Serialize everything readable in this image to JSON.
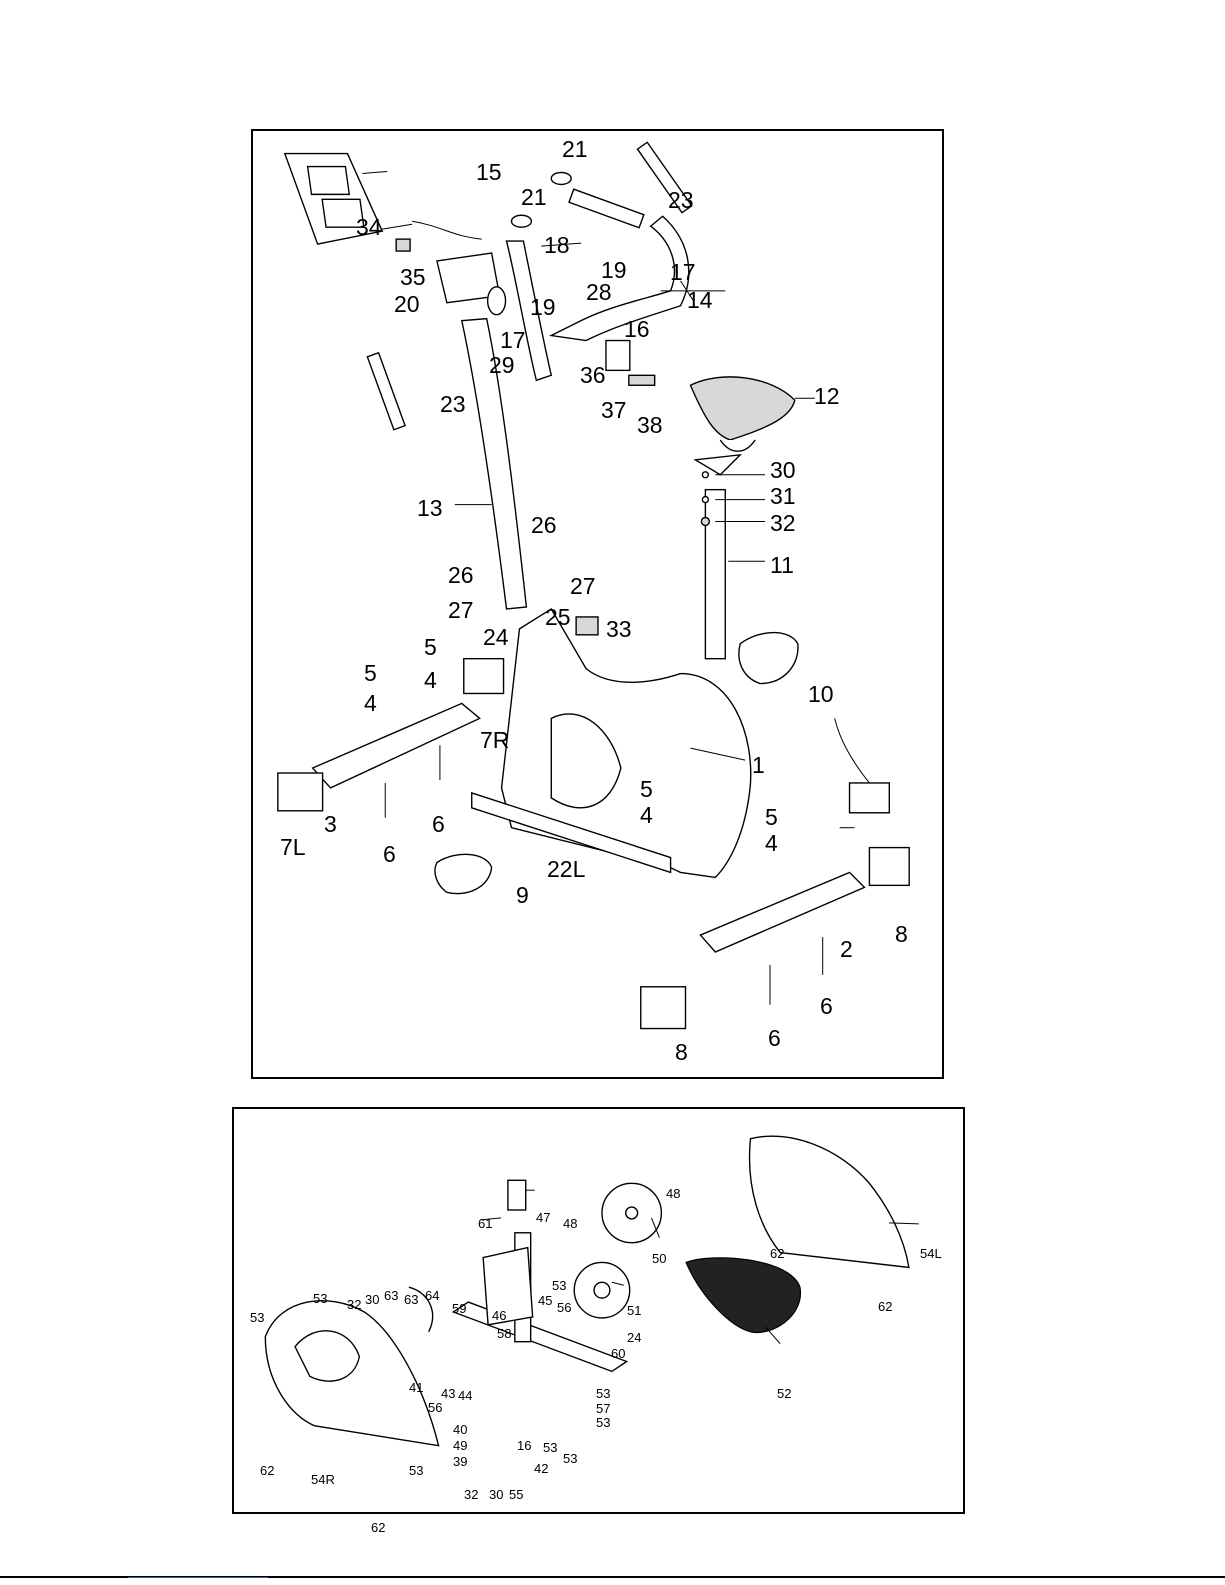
{
  "top_diagram": {
    "labels": [
      {
        "id": "t21a",
        "text": "21"
      },
      {
        "id": "t15",
        "text": "15"
      },
      {
        "id": "t23a",
        "text": "23"
      },
      {
        "id": "t21b",
        "text": "21"
      },
      {
        "id": "t34",
        "text": "34"
      },
      {
        "id": "t18",
        "text": "18"
      },
      {
        "id": "t19a",
        "text": "19"
      },
      {
        "id": "t17a",
        "text": "17"
      },
      {
        "id": "t35",
        "text": "35"
      },
      {
        "id": "t28",
        "text": "28"
      },
      {
        "id": "t14",
        "text": "14"
      },
      {
        "id": "t20",
        "text": "20"
      },
      {
        "id": "t19b",
        "text": "19"
      },
      {
        "id": "t16",
        "text": "16"
      },
      {
        "id": "t17b",
        "text": "17"
      },
      {
        "id": "t29",
        "text": "29"
      },
      {
        "id": "t36",
        "text": "36"
      },
      {
        "id": "t12",
        "text": "12"
      },
      {
        "id": "t37",
        "text": "37"
      },
      {
        "id": "t38",
        "text": "38"
      },
      {
        "id": "t23b",
        "text": "23"
      },
      {
        "id": "t30",
        "text": "30"
      },
      {
        "id": "t31",
        "text": "31"
      },
      {
        "id": "t13",
        "text": "13"
      },
      {
        "id": "t32",
        "text": "32"
      },
      {
        "id": "t26a",
        "text": "26"
      },
      {
        "id": "t11",
        "text": "11"
      },
      {
        "id": "t26b",
        "text": "26"
      },
      {
        "id": "t27a",
        "text": "27"
      },
      {
        "id": "t27b",
        "text": "27"
      },
      {
        "id": "t25",
        "text": "25"
      },
      {
        "id": "t33",
        "text": "33"
      },
      {
        "id": "t24",
        "text": "24"
      },
      {
        "id": "t5a",
        "text": "5"
      },
      {
        "id": "t5b",
        "text": "5"
      },
      {
        "id": "t4a",
        "text": "4"
      },
      {
        "id": "t4b",
        "text": "4"
      },
      {
        "id": "t10",
        "text": "10"
      },
      {
        "id": "t7R",
        "text": "7R"
      },
      {
        "id": "t1",
        "text": "1"
      },
      {
        "id": "t5c",
        "text": "5"
      },
      {
        "id": "t4c",
        "text": "4"
      },
      {
        "id": "t5d",
        "text": "5"
      },
      {
        "id": "t4d",
        "text": "4"
      },
      {
        "id": "t7L",
        "text": "7L"
      },
      {
        "id": "t3",
        "text": "3"
      },
      {
        "id": "t6a",
        "text": "6"
      },
      {
        "id": "t6b",
        "text": "6"
      },
      {
        "id": "t22L",
        "text": "22L"
      },
      {
        "id": "t9",
        "text": "9"
      },
      {
        "id": "t8a",
        "text": "8"
      },
      {
        "id": "t2",
        "text": "2"
      },
      {
        "id": "t6c",
        "text": "6"
      },
      {
        "id": "t6d",
        "text": "6"
      },
      {
        "id": "t8b",
        "text": "8"
      }
    ]
  },
  "bottom_diagram": {
    "labels": [
      {
        "id": "b47",
        "text": "47"
      },
      {
        "id": "b48a",
        "text": "48"
      },
      {
        "id": "b48b",
        "text": "48"
      },
      {
        "id": "b61",
        "text": "61"
      },
      {
        "id": "b62a",
        "text": "62"
      },
      {
        "id": "b54L",
        "text": "54L"
      },
      {
        "id": "b50",
        "text": "50"
      },
      {
        "id": "b53a",
        "text": "53"
      },
      {
        "id": "b45",
        "text": "45"
      },
      {
        "id": "b56a",
        "text": "56"
      },
      {
        "id": "b62b",
        "text": "62"
      },
      {
        "id": "b64",
        "text": "64"
      },
      {
        "id": "b53b",
        "text": "53"
      },
      {
        "id": "b32a",
        "text": "32"
      },
      {
        "id": "b30a",
        "text": "30"
      },
      {
        "id": "b63a",
        "text": "63"
      },
      {
        "id": "b63b",
        "text": "63"
      },
      {
        "id": "b59",
        "text": "59"
      },
      {
        "id": "b46",
        "text": "46"
      },
      {
        "id": "b51",
        "text": "51"
      },
      {
        "id": "b53c",
        "text": "53"
      },
      {
        "id": "b58",
        "text": "58"
      },
      {
        "id": "b24",
        "text": "24"
      },
      {
        "id": "b60",
        "text": "60"
      },
      {
        "id": "b52",
        "text": "52"
      },
      {
        "id": "b53d",
        "text": "53"
      },
      {
        "id": "b41",
        "text": "41"
      },
      {
        "id": "b43",
        "text": "43"
      },
      {
        "id": "b44",
        "text": "44"
      },
      {
        "id": "b57",
        "text": "57"
      },
      {
        "id": "b56b",
        "text": "56"
      },
      {
        "id": "b53e",
        "text": "53"
      },
      {
        "id": "b40",
        "text": "40"
      },
      {
        "id": "b49",
        "text": "49"
      },
      {
        "id": "b16",
        "text": "16"
      },
      {
        "id": "b53f",
        "text": "53"
      },
      {
        "id": "b39",
        "text": "39"
      },
      {
        "id": "b53g",
        "text": "53"
      },
      {
        "id": "b42",
        "text": "42"
      },
      {
        "id": "b62c",
        "text": "62"
      },
      {
        "id": "b53h",
        "text": "53"
      },
      {
        "id": "b54R",
        "text": "54R"
      },
      {
        "id": "b32b",
        "text": "32"
      },
      {
        "id": "b30b",
        "text": "30"
      },
      {
        "id": "b55",
        "text": "55"
      },
      {
        "id": "b62d",
        "text": "62"
      }
    ]
  },
  "colors": {
    "line": "#000000",
    "footer_link": "#3a55c8"
  }
}
